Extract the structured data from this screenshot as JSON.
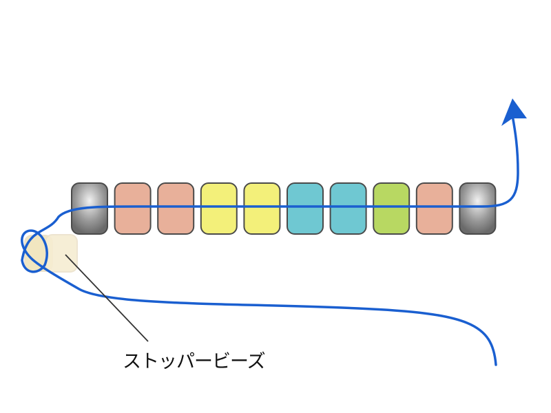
{
  "label": "ストッパービーズ",
  "colors": {
    "thread": "#1a5fd0",
    "stopper": "#f3e8c4",
    "outline": "#4a4a4a"
  },
  "beads": [
    {
      "color": "gray"
    },
    {
      "color": "#e8b09a"
    },
    {
      "color": "#e8b09a"
    },
    {
      "color": "#f3f07a"
    },
    {
      "color": "#f3f07a"
    },
    {
      "color": "#6fc8d2"
    },
    {
      "color": "#6fc8d2"
    },
    {
      "color": "#b8d862"
    },
    {
      "color": "#e8b09a"
    },
    {
      "color": "gray"
    }
  ]
}
